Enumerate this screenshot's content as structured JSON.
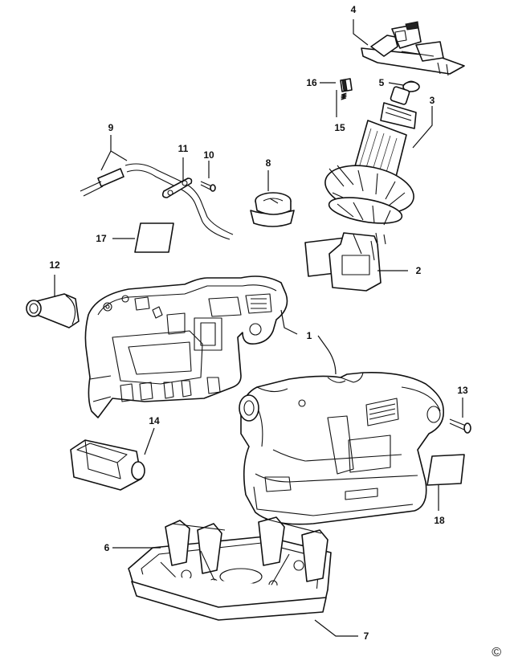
{
  "callouts": {
    "c1": "1",
    "c2": "2",
    "c3": "3",
    "c4": "4",
    "c5": "5",
    "c6": "6",
    "c7": "7",
    "c8": "8",
    "c9": "9",
    "c10": "10",
    "c11": "11",
    "c12": "12",
    "c13": "13",
    "c14": "14",
    "c15": "15",
    "c16": "16",
    "c17": "17",
    "c18": "18"
  },
  "copyright": "©"
}
